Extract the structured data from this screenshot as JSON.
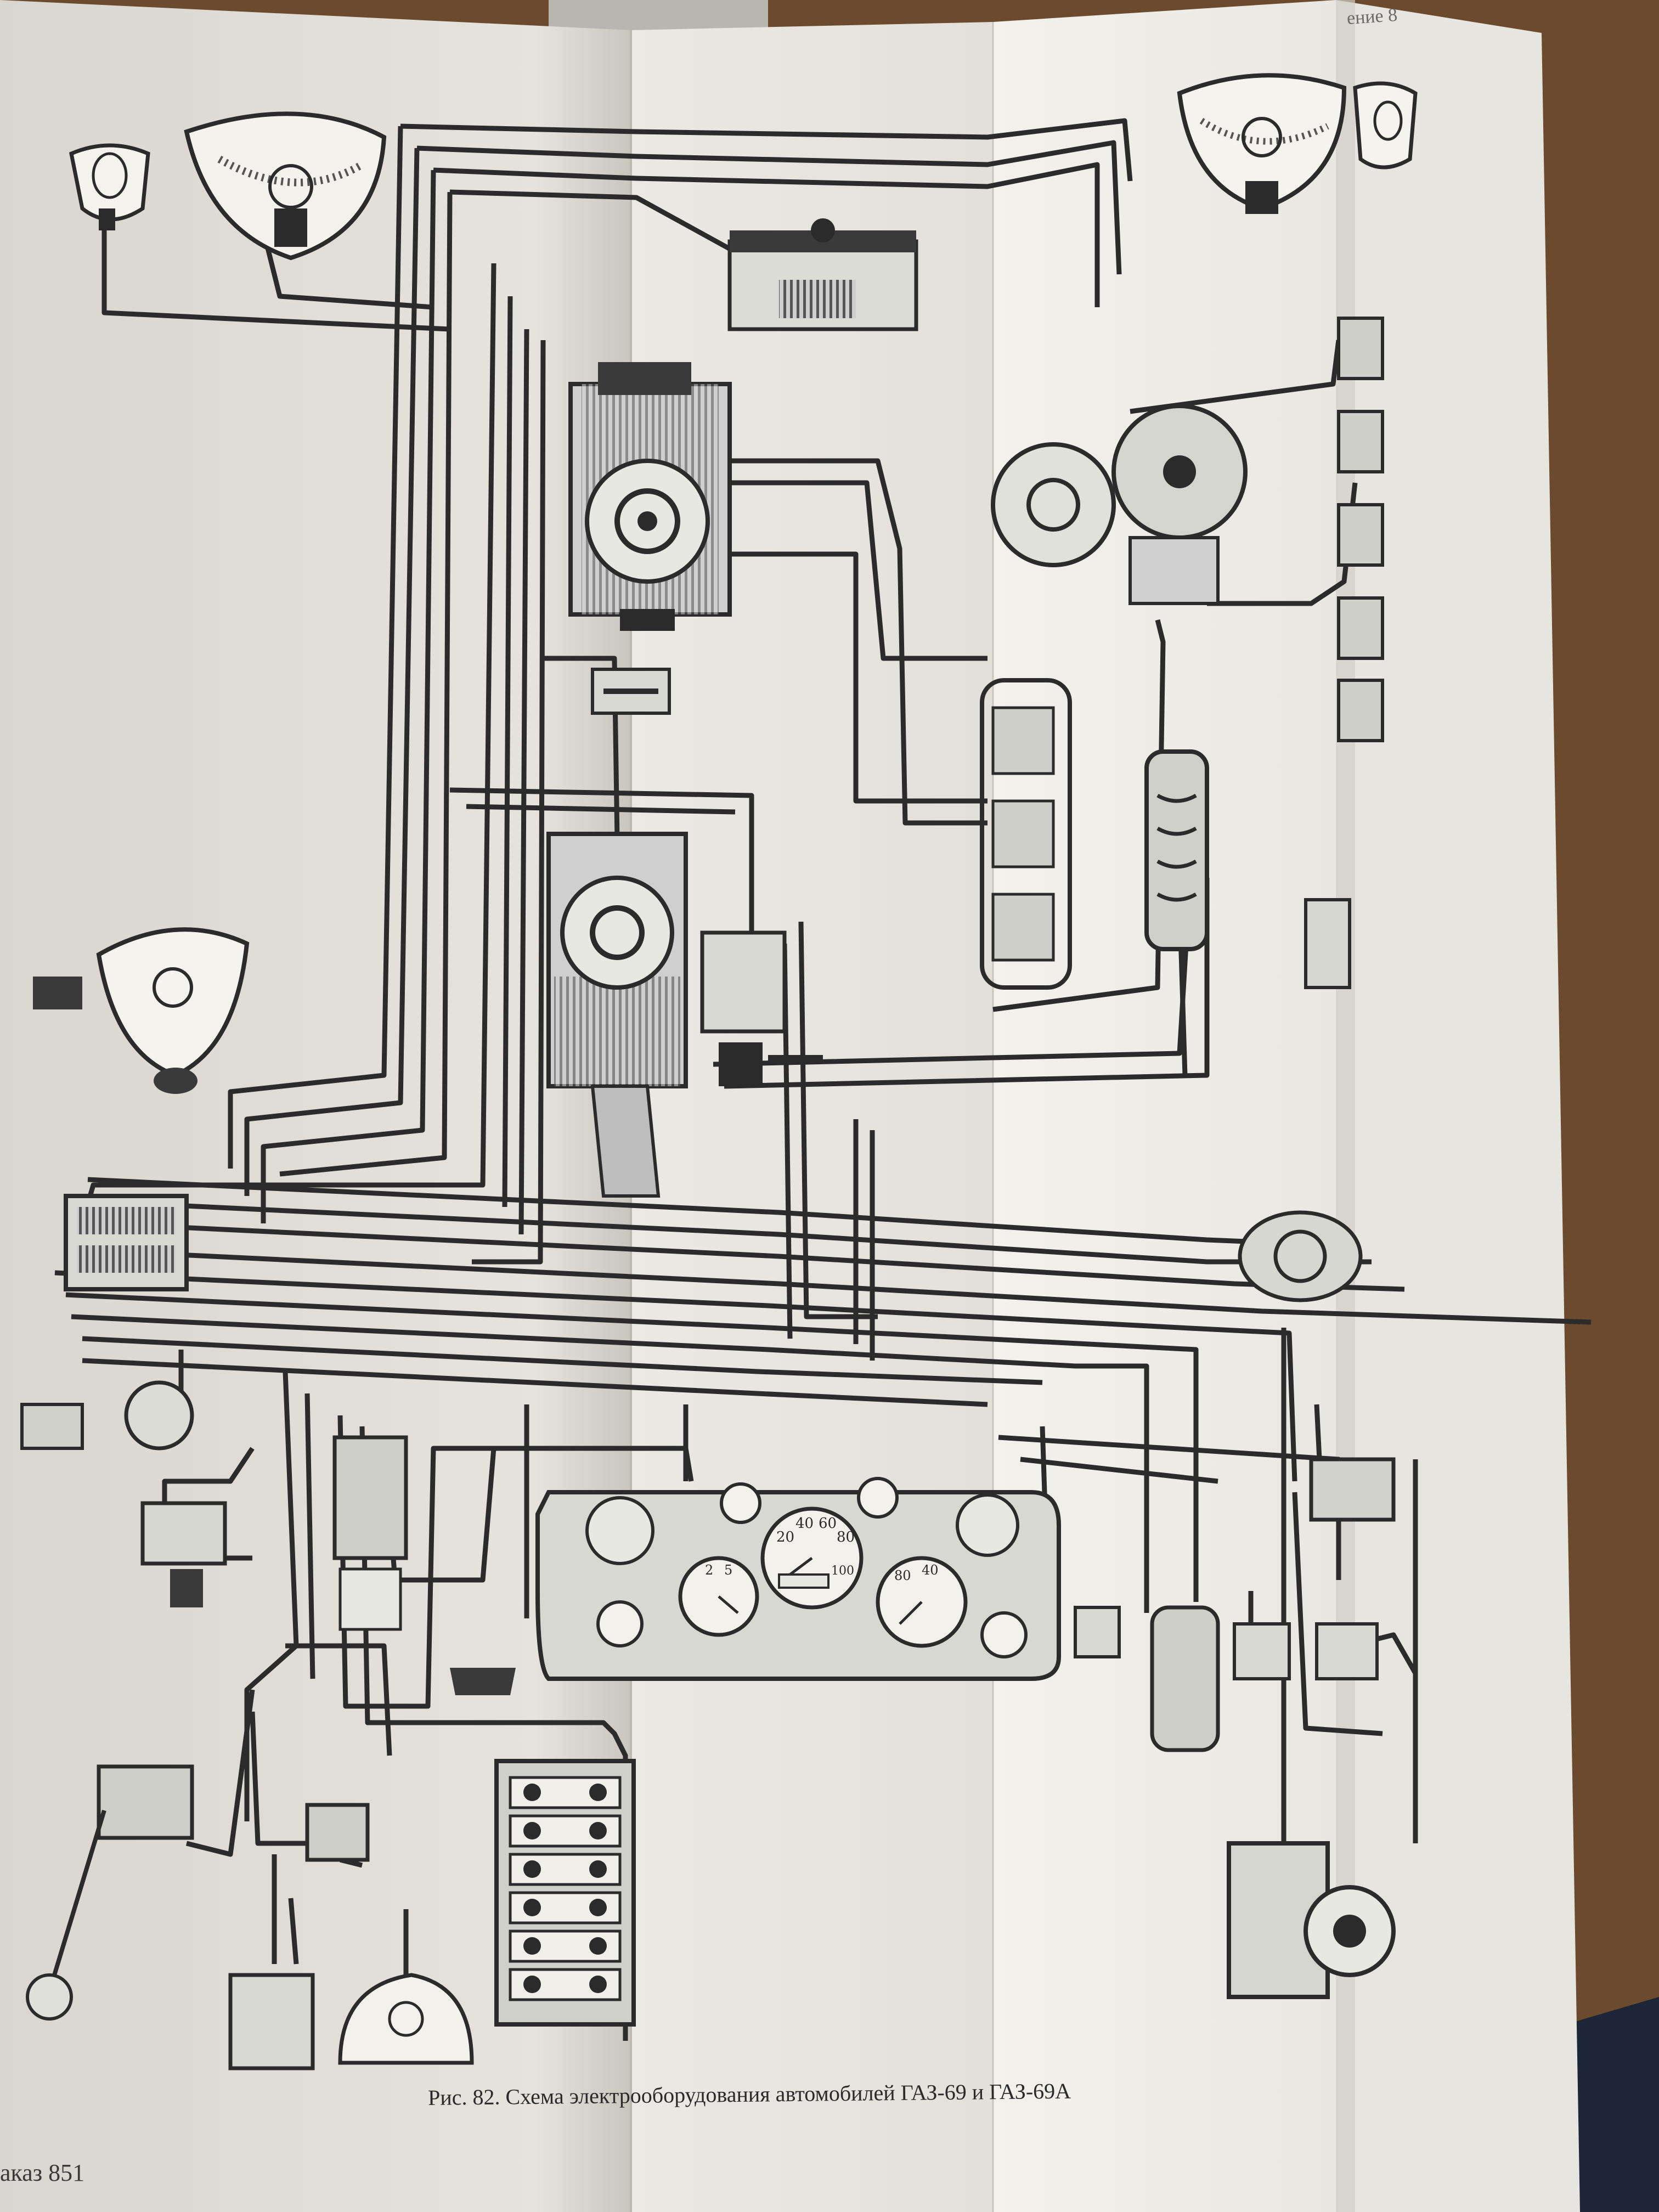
{
  "caption": "Рис. 82. Схема электрооборудования автомобилей ГАЗ-69 и ГАЗ-69А",
  "order_stamp": "аказ 851",
  "header_fragment": "ение 8",
  "gauges": {
    "speedometer_ticks": [
      "20",
      "40",
      "60",
      "80",
      "100"
    ],
    "temp_ticks": [
      "80",
      "40"
    ],
    "fuel_ticks": [
      "2",
      "5"
    ]
  },
  "colors": {
    "paper": "#e6e4dd",
    "paper_shadow": "#cfccc4",
    "ink": "#2b2b2b",
    "wood": "#6b4a2e",
    "cloth": "#1d2636"
  }
}
